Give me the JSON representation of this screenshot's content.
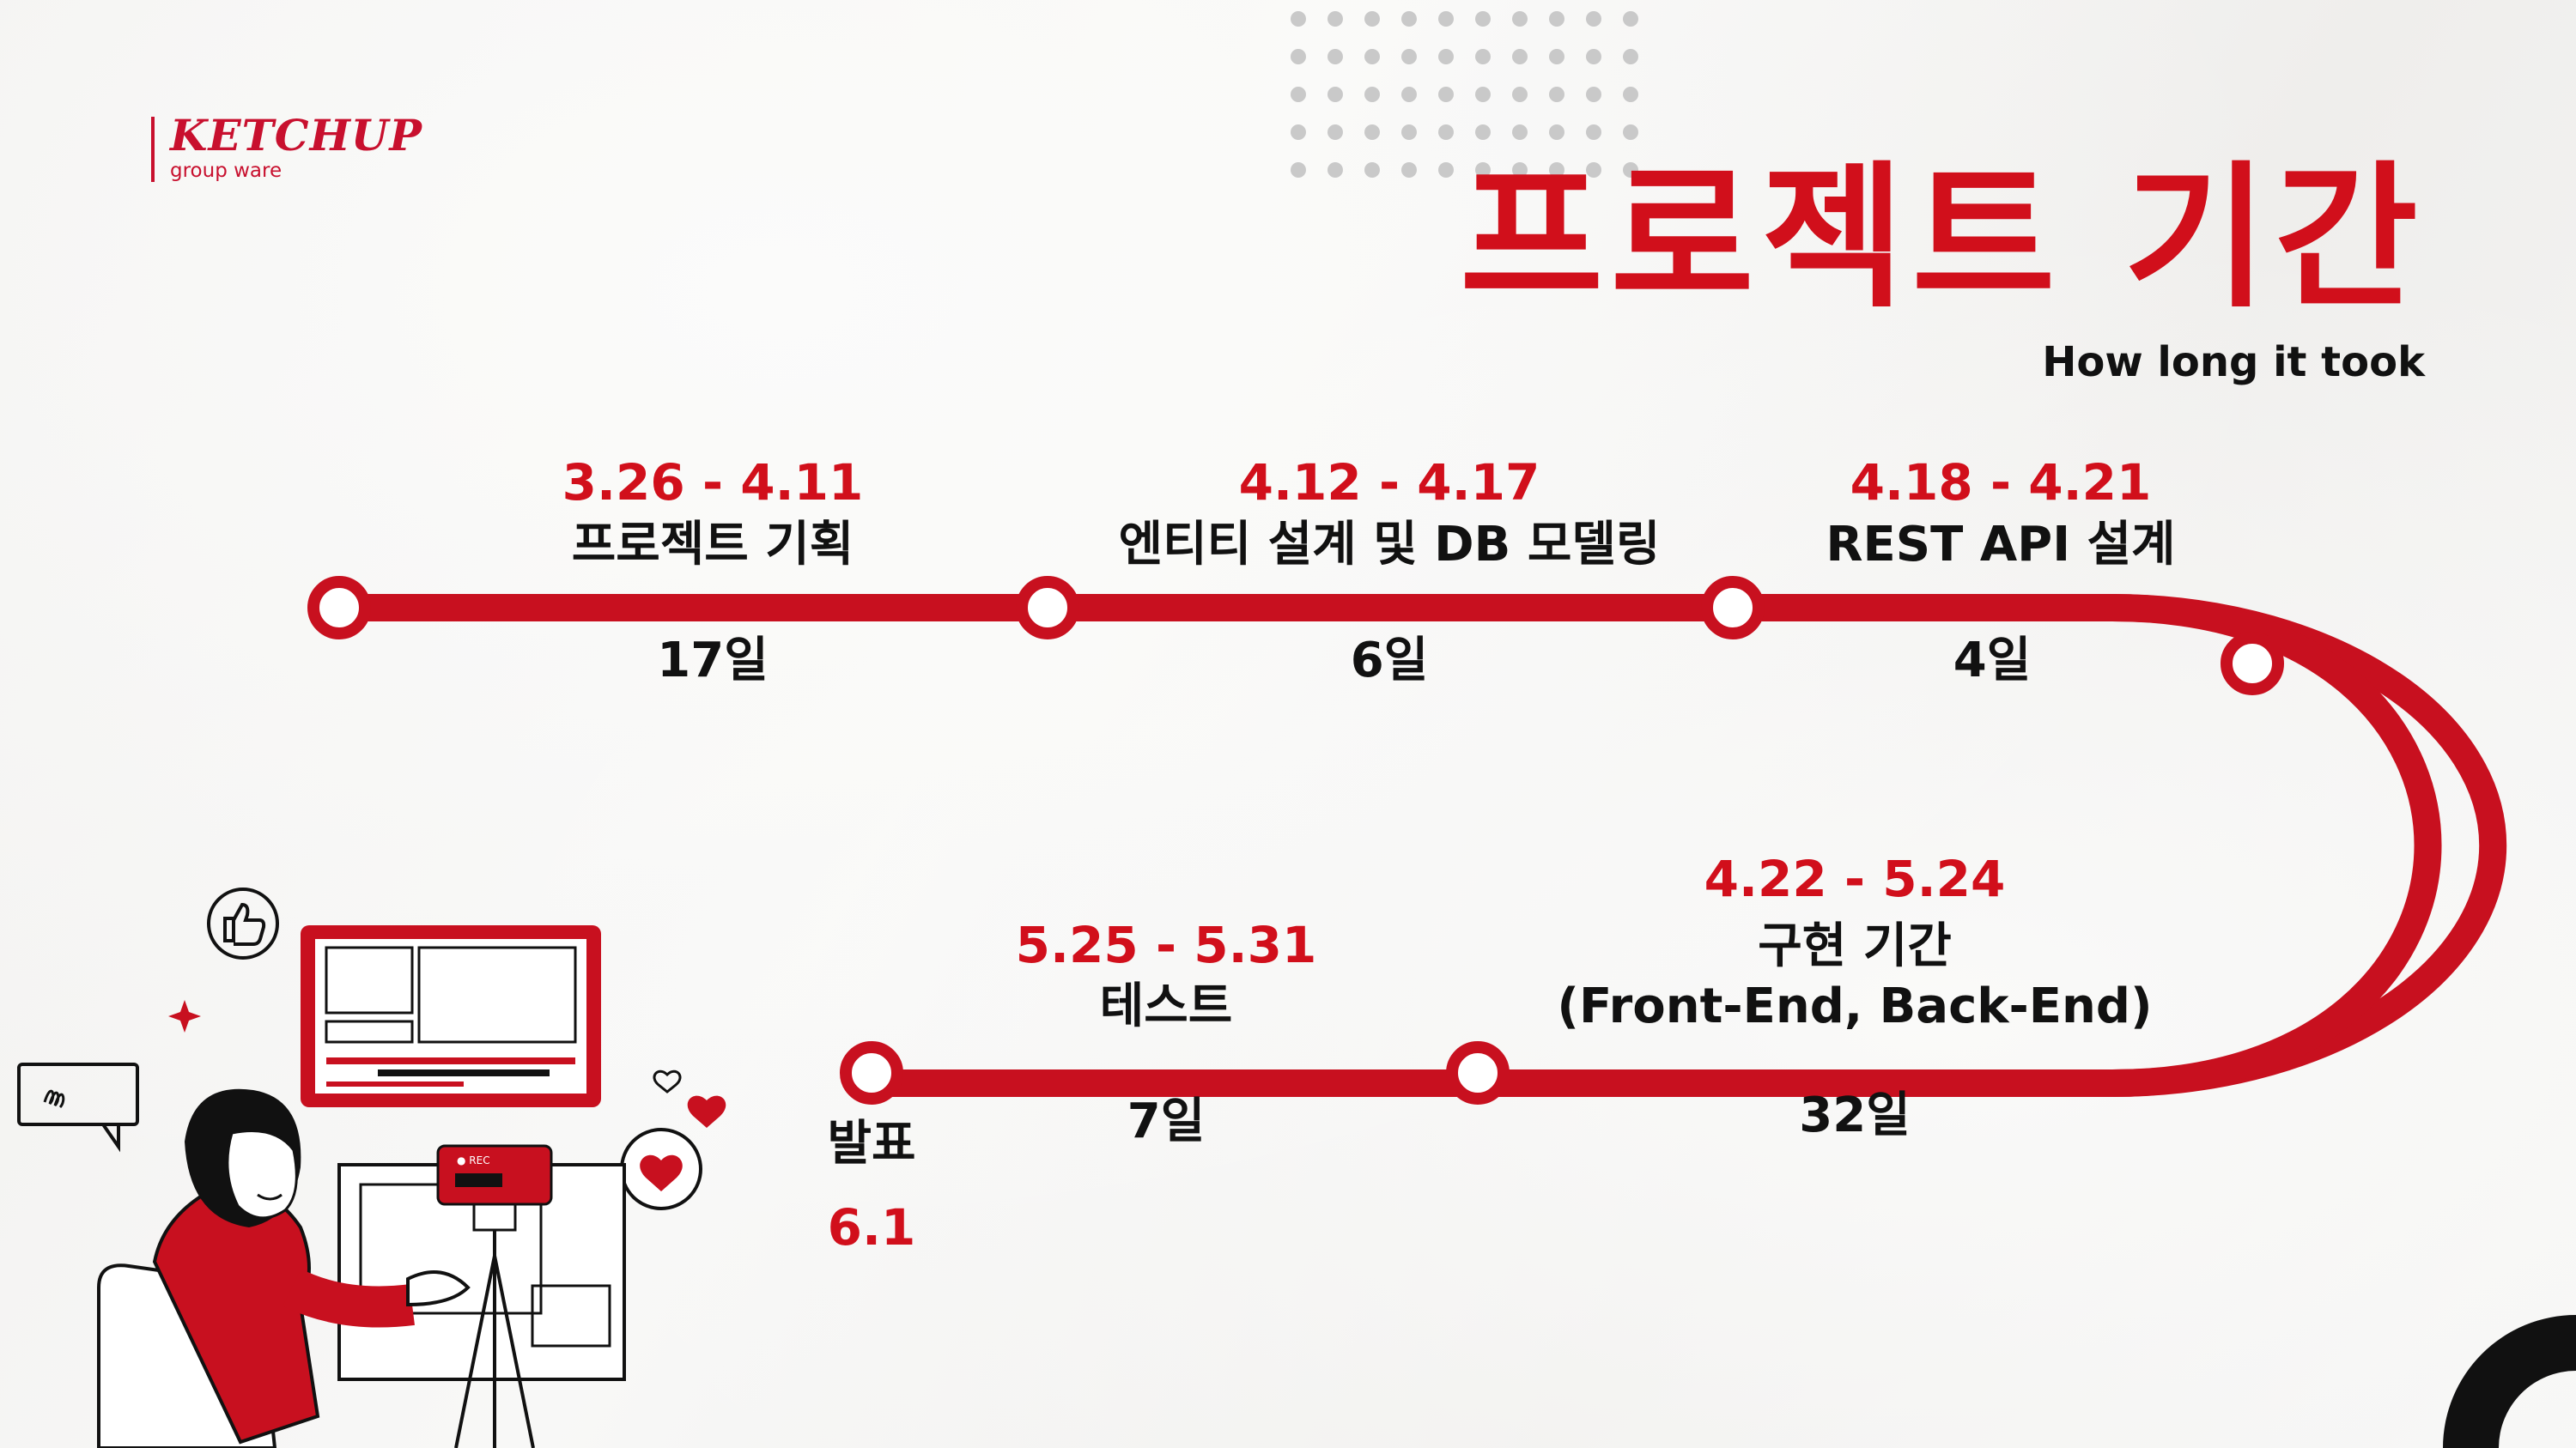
{
  "brand": {
    "name": "KETCHUP",
    "tagline": "group ware"
  },
  "title": "프로젝트 기간",
  "subtitle": "How long it took",
  "colors": {
    "accent": "#d10f1b",
    "dark": "#111111",
    "background": "#f4f3f1"
  },
  "timeline": {
    "phases": [
      {
        "dates": "3.26 - 4.11",
        "name": "프로젝트 기획",
        "duration": "17일"
      },
      {
        "dates": "4.12 - 4.17",
        "name": "엔티티 설계 및 DB 모델링",
        "duration": "6일"
      },
      {
        "dates": "4.18 - 4.21",
        "name": "REST API 설계",
        "duration": "4일"
      },
      {
        "dates": "4.22 - 5.24",
        "name_line1": "구현 기간",
        "name_line2": "(Front-End, Back-End)",
        "duration": "32일"
      },
      {
        "dates": "5.25 - 5.31",
        "name": "테스트",
        "duration": "7일"
      }
    ],
    "final": {
      "name": "발표",
      "date": "6.1"
    }
  },
  "illustration": {
    "rec_label": "● REC",
    "description_icons": [
      "thumbs-up-icon",
      "heart-icon",
      "sparkle-icon",
      "speech-bubble-icon"
    ]
  }
}
